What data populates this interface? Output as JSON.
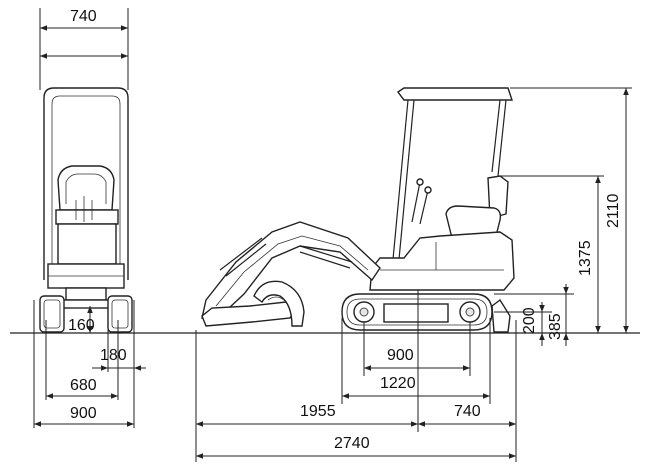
{
  "front_view": {
    "top_width": "740",
    "ground_clearance": "160",
    "track_shoe_width": "180",
    "track_gauge": "680",
    "overall_width": "900"
  },
  "side_view": {
    "overall_height": "2110",
    "seat_height": "1375",
    "track_height": "385",
    "track_center_height": "200",
    "tumbler_distance": "900",
    "track_length": "1220",
    "front_reach": "1955",
    "rear_length": "740",
    "overall_length": "2740"
  }
}
